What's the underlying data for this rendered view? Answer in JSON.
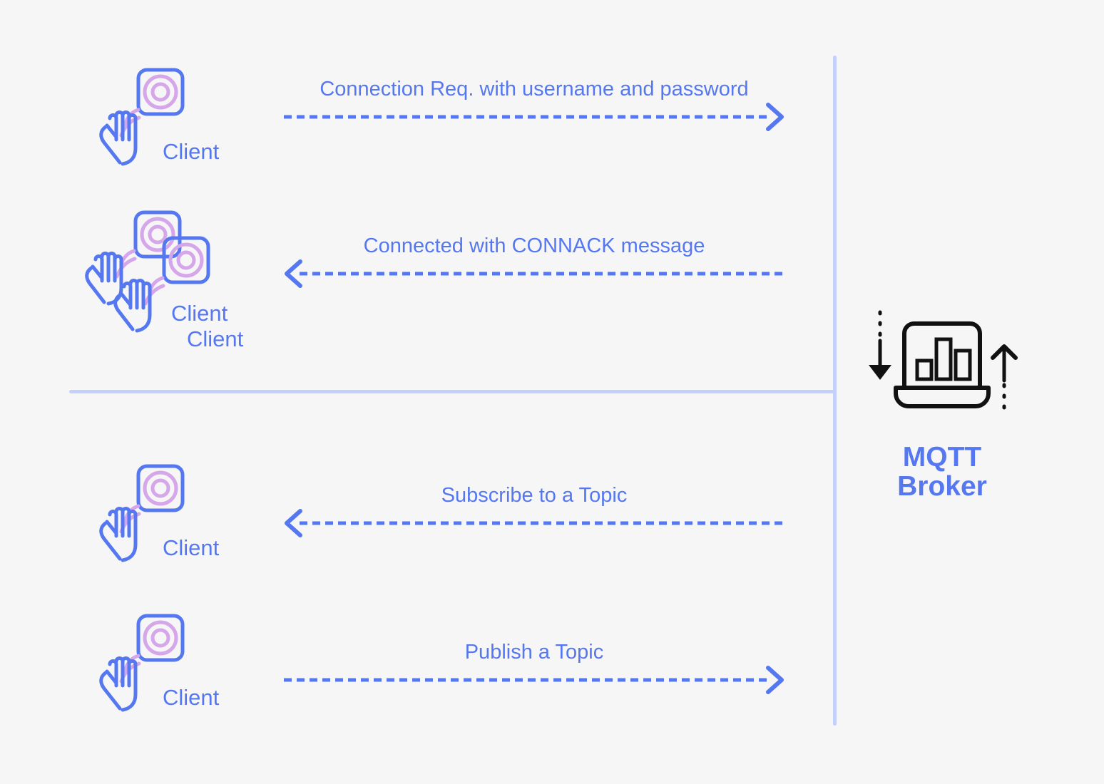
{
  "diagram": {
    "title": "MQTT publish/subscribe flow",
    "background": "#f6f6f6",
    "accent_blue": "#5578f0",
    "line_blue": "#c3d0fc",
    "icon_purple": "#d6a6ea",
    "broker_black": "#111111"
  },
  "clients": [
    {
      "id": "client-row-1",
      "labels": [
        "Client"
      ],
      "count": 1,
      "icon": "wifi-signal-device-icon"
    },
    {
      "id": "client-row-2",
      "labels": [
        "Client",
        "Client"
      ],
      "count": 2,
      "icon": "wifi-signal-device-icon"
    },
    {
      "id": "client-row-3",
      "labels": [
        "Client"
      ],
      "count": 1,
      "icon": "wifi-signal-device-icon"
    },
    {
      "id": "client-row-4",
      "labels": [
        "Client"
      ],
      "count": 1,
      "icon": "wifi-signal-device-icon"
    }
  ],
  "messages": [
    {
      "id": "msg-connection-request",
      "text": "Connection Req. with username and password",
      "direction": "right"
    },
    {
      "id": "msg-connack",
      "text": "Connected with CONNACK message",
      "direction": "left"
    },
    {
      "id": "msg-subscribe",
      "text": "Subscribe to a Topic",
      "direction": "left"
    },
    {
      "id": "msg-publish",
      "text": "Publish a Topic",
      "direction": "right"
    }
  ],
  "broker": {
    "label_line1": "MQTT",
    "label_line2": "Broker",
    "icon": "server-bar-chart-icon",
    "arrow_in": "arrow-down-icon",
    "arrow_out": "arrow-up-icon"
  }
}
